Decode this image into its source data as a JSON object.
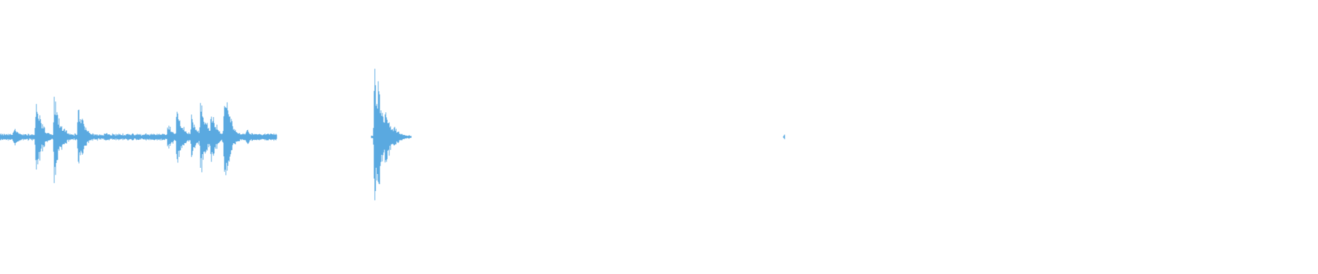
{
  "waveform": {
    "color": "#5aa9e0",
    "background": "#ffffff",
    "amplitude_range": [
      -1,
      1
    ],
    "bursts": [
      {
        "name": "burst-1",
        "time_range": [
          0.0,
          0.21
        ],
        "baseline_amplitude": 0.02,
        "peaks": [
          {
            "t": 0.01,
            "amp": 0.1
          },
          {
            "t": 0.027,
            "amp": 0.36
          },
          {
            "t": 0.041,
            "amp": 0.42
          },
          {
            "t": 0.059,
            "amp": 0.3
          },
          {
            "t": 0.08,
            "amp": 0.04
          },
          {
            "t": 0.105,
            "amp": 0.02
          }
        ]
      },
      {
        "name": "burst-2",
        "time_range": [
          0.12,
          0.21
        ],
        "baseline_amplitude": 0.02,
        "peaks": [
          {
            "t": 0.127,
            "amp": 0.14
          },
          {
            "t": 0.134,
            "amp": 0.3
          },
          {
            "t": 0.145,
            "amp": 0.22
          },
          {
            "t": 0.152,
            "amp": 0.38
          },
          {
            "t": 0.16,
            "amp": 0.26
          },
          {
            "t": 0.17,
            "amp": 0.52
          },
          {
            "t": 0.187,
            "amp": 0.08
          }
        ]
      },
      {
        "name": "burst-3",
        "time_range": [
          0.282,
          0.312
        ],
        "baseline_amplitude": 0.01,
        "peaks": [
          {
            "t": 0.284,
            "amp": 0.68
          },
          {
            "t": 0.287,
            "amp": 0.55
          },
          {
            "t": 0.292,
            "amp": 0.3
          },
          {
            "t": 0.299,
            "amp": 0.1
          }
        ]
      },
      {
        "name": "blip",
        "time_range": [
          0.5945,
          0.5955
        ],
        "baseline_amplitude": 0.0,
        "peaks": [
          {
            "t": 0.595,
            "amp": 0.03
          }
        ]
      }
    ]
  }
}
